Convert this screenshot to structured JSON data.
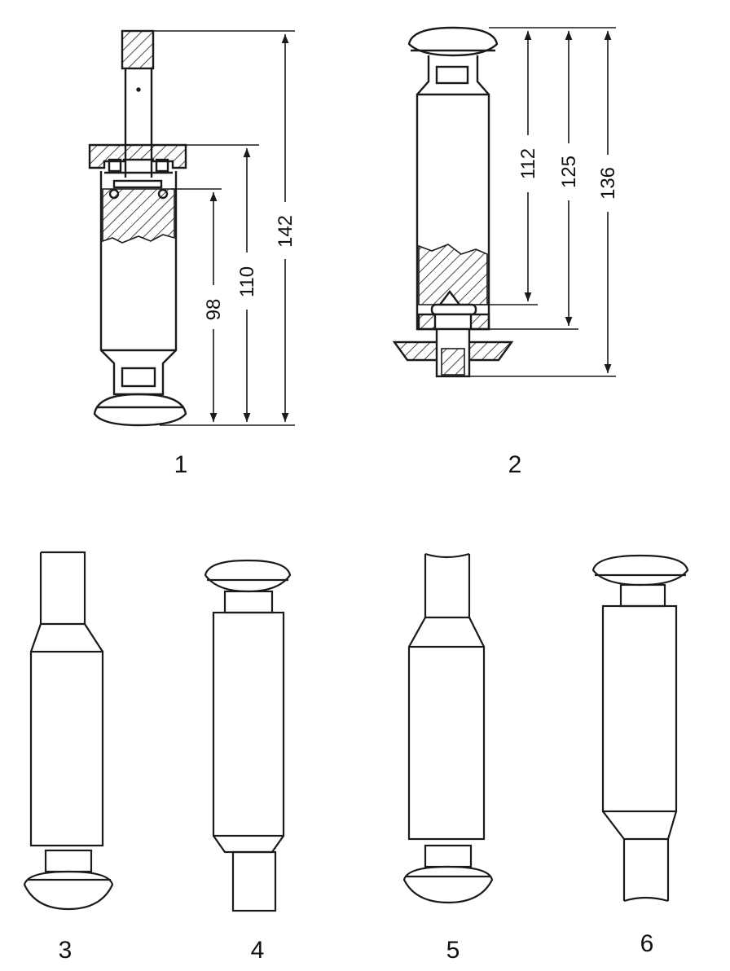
{
  "figures": [
    {
      "label": "1",
      "dimensions": [
        "98",
        "110",
        "142"
      ]
    },
    {
      "label": "2",
      "dimensions": [
        "112",
        "125",
        "136"
      ]
    },
    {
      "label": "3"
    },
    {
      "label": "4"
    },
    {
      "label": "5"
    },
    {
      "label": "6"
    }
  ],
  "colors": {
    "ink": "#1a1a1a",
    "paper": "#ffffff"
  }
}
